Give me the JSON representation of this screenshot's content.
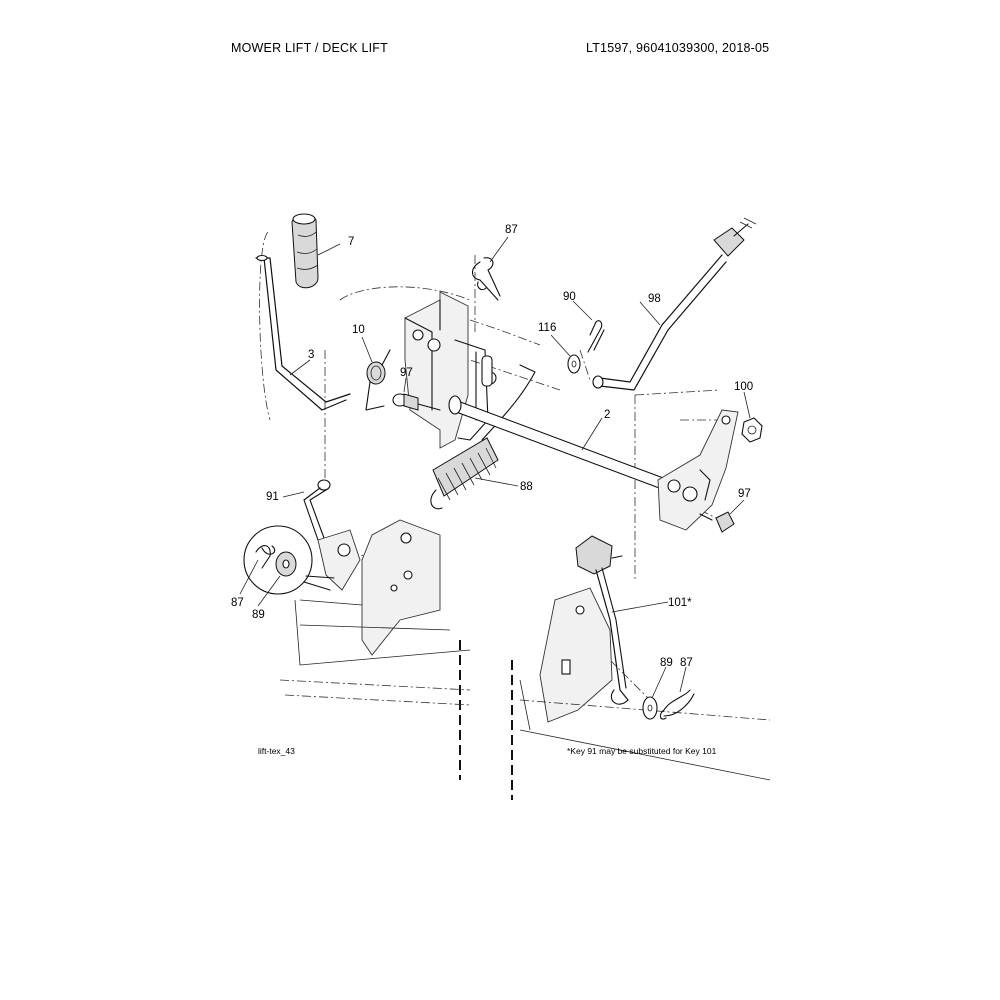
{
  "header": {
    "title": "MOWER LIFT / DECK LIFT",
    "model_info": "LT1597, 96041039300, 2018-05"
  },
  "diagram": {
    "figure_id": "lift-tex_43",
    "footnote": "*Key 91 may be substituted for Key 101",
    "callouts": [
      {
        "key": "c7",
        "label": "7"
      },
      {
        "key": "c87_top",
        "label": "87"
      },
      {
        "key": "c3",
        "label": "3"
      },
      {
        "key": "c10",
        "label": "10"
      },
      {
        "key": "c97_left",
        "label": "97"
      },
      {
        "key": "c90",
        "label": "90"
      },
      {
        "key": "c98",
        "label": "98"
      },
      {
        "key": "c116",
        "label": "116"
      },
      {
        "key": "c2",
        "label": "2"
      },
      {
        "key": "c100",
        "label": "100"
      },
      {
        "key": "c88",
        "label": "88"
      },
      {
        "key": "c91",
        "label": "91"
      },
      {
        "key": "c97_right",
        "label": "97"
      },
      {
        "key": "c87_left",
        "label": "87"
      },
      {
        "key": "c89_left",
        "label": "89"
      },
      {
        "key": "c101",
        "label": "101*"
      },
      {
        "key": "c89_right",
        "label": "89"
      },
      {
        "key": "c87_right",
        "label": "87"
      }
    ]
  }
}
